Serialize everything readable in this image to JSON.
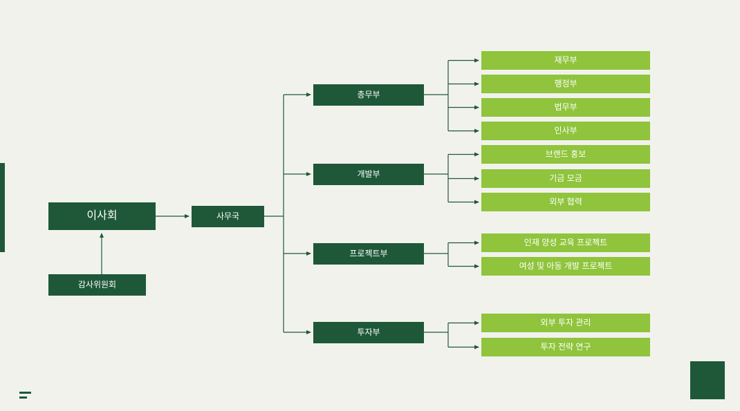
{
  "page": {
    "background_color": "#f2f2ed",
    "colors": {
      "dark_green": "#1e5838",
      "light_green": "#8fc43c",
      "text": "#ffffff"
    }
  },
  "org_chart": {
    "board": {
      "label": "이사회"
    },
    "audit": {
      "label": "감사위원회"
    },
    "secretariat": {
      "label": "사무국"
    },
    "departments": [
      {
        "label": "총무부",
        "children": [
          "재무부",
          "행정부",
          "법무부",
          "인사부"
        ]
      },
      {
        "label": "개발부",
        "children": [
          "브랜드 홍보",
          "기금 모금",
          "외부 협력"
        ]
      },
      {
        "label": "프로젝트부",
        "children": [
          "인재 양성 교육 프로젝트",
          "여성 및 아동 개발 프로젝트"
        ]
      },
      {
        "label": "투자부",
        "children": [
          "외부 투자 관리",
          "투자 전략 연구"
        ]
      }
    ]
  }
}
